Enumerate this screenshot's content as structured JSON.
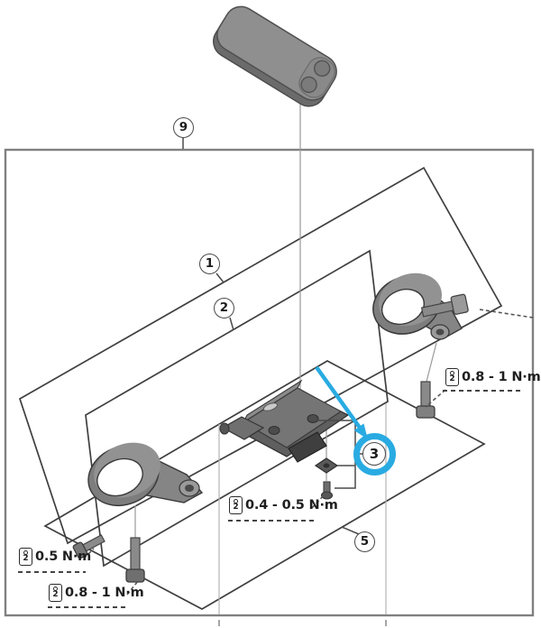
{
  "colors": {
    "highlight_blue": "#29abe2",
    "line_dark": "#3f3f3f"
  },
  "callouts": [
    {
      "id": "1"
    },
    {
      "id": "2"
    },
    {
      "id": "3"
    },
    {
      "id": "5"
    },
    {
      "id": "9"
    }
  ],
  "annotation": {
    "type": "highlight-arrow-and-ring",
    "target_callout": "3",
    "color": "#29abe2"
  },
  "torque_labels": [
    {
      "tool_size": "2",
      "text": "0.8 - 1 N·m",
      "location": "right-bolt"
    },
    {
      "tool_size": "2",
      "text": "0.4 - 0.5 N·m",
      "location": "center-bolt"
    },
    {
      "tool_size": "2",
      "text": "0.5 N·m",
      "location": "left-small-bolt"
    },
    {
      "tool_size": "2",
      "text": "0.8 - 1 N·m",
      "location": "left-long-bolt"
    }
  ],
  "parts": [
    "display-unit",
    "outer-plate",
    "inner-plate",
    "lower-plate",
    "left-clamp-band",
    "right-clamp-band",
    "mount-bracket",
    "square-nut",
    "small-bolt",
    "long-bolt",
    "horizontal-bolt",
    "vertical-bolt"
  ]
}
